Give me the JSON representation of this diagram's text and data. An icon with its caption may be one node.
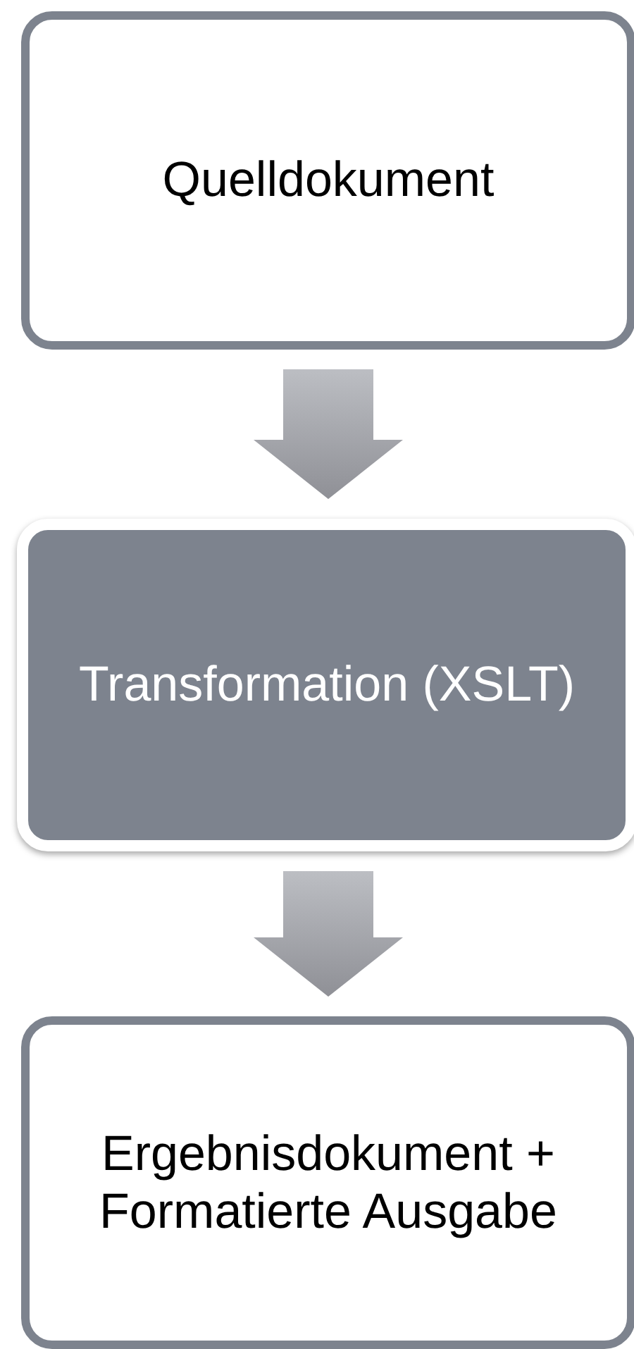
{
  "diagram": {
    "nodes": [
      {
        "text": [
          "Quelldokument"
        ]
      },
      {
        "text": [
          "Transformation (XSLT)"
        ]
      },
      {
        "text": [
          "Ergebnisdokument + Formatierte Ausgabe"
        ]
      }
    ],
    "edges": [
      {
        "from": 0,
        "to": 1,
        "arrow": "to"
      },
      {
        "from": 1,
        "to": 2,
        "arrow": "to"
      }
    ]
  }
}
